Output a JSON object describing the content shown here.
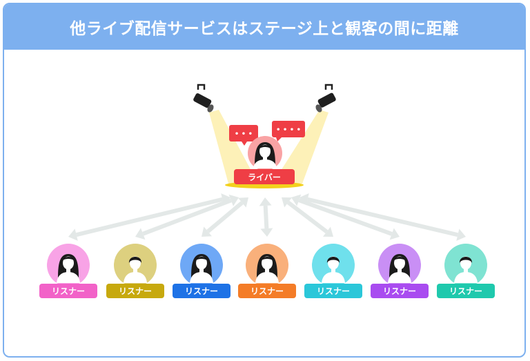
{
  "title": "他ライブ配信サービスはステージ上と観客の間に距離",
  "liver": {
    "label": "ライバー",
    "circle_color": "#f9a3a4",
    "label_color": "#ef3e45"
  },
  "speech_bubbles": [
    {
      "text": "• • •"
    },
    {
      "text": "• • • •"
    }
  ],
  "listeners": [
    {
      "label": "リスナー",
      "circle_color": "#f8a3e6",
      "label_color": "#f262c8",
      "icon": "female-icon"
    },
    {
      "label": "リスナー",
      "circle_color": "#ddd07f",
      "label_color": "#c7a90e",
      "icon": "male-icon"
    },
    {
      "label": "リスナー",
      "circle_color": "#6ea8f6",
      "label_color": "#1e72e6",
      "icon": "female-icon"
    },
    {
      "label": "リスナー",
      "circle_color": "#f9b07b",
      "label_color": "#f47c27",
      "icon": "female-icon"
    },
    {
      "label": "リスナー",
      "circle_color": "#6fe0ec",
      "label_color": "#2bc7d9",
      "icon": "male-icon"
    },
    {
      "label": "リスナー",
      "circle_color": "#c98ff5",
      "label_color": "#a94cf0",
      "icon": "female-icon"
    },
    {
      "label": "リスナー",
      "circle_color": "#7fe3d2",
      "label_color": "#1fc9ad",
      "icon": "male-icon"
    }
  ],
  "colors": {
    "header": "#7db0ef",
    "spotlight": "#fdf1b8",
    "stage": "#f3d11d",
    "arrow": "#e3e8e7",
    "bubble": "#ef3e45"
  }
}
